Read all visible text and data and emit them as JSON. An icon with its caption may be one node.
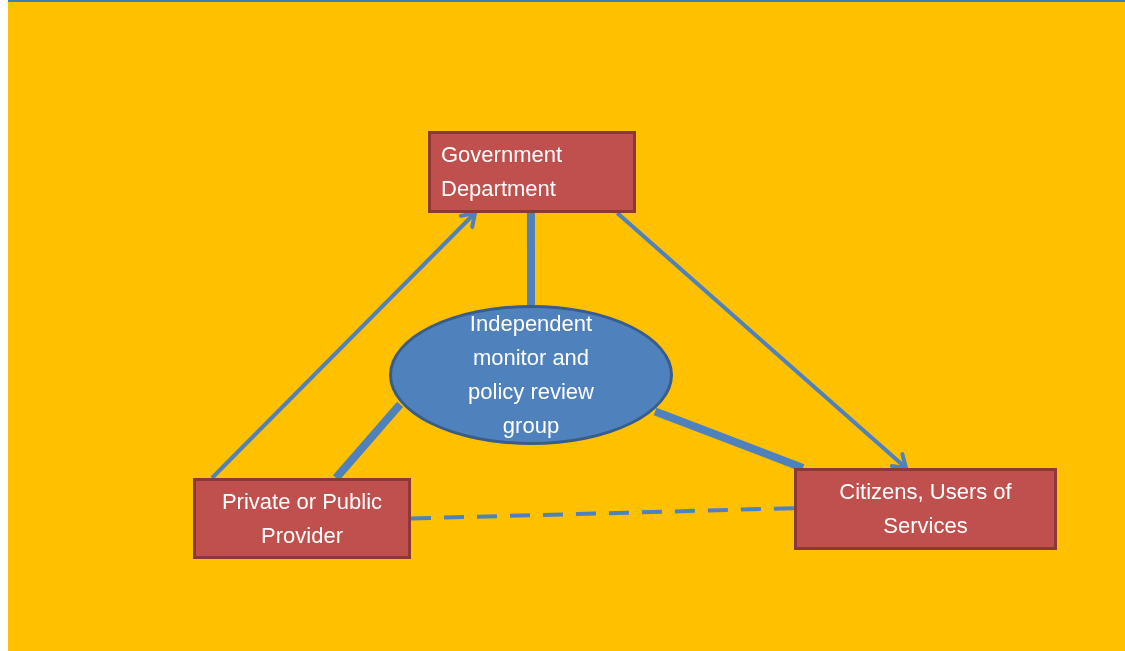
{
  "diagram": {
    "nodes": [
      {
        "text": [
          "Government Department"
        ]
      },
      {
        "text": [
          "Independent monitor and policy review group"
        ]
      },
      {
        "text": [
          "Private or Public Provider"
        ]
      },
      {
        "text": [
          "Citizens, Users of Services"
        ]
      }
    ],
    "edges": [
      {
        "from": 2,
        "to": 0,
        "arrow": "to"
      },
      {
        "from": 0,
        "to": 3,
        "arrow": "to"
      },
      {
        "from": 0,
        "to": 1,
        "arrow": "none",
        "style": "thick"
      },
      {
        "from": 1,
        "to": 2,
        "arrow": "none",
        "style": "thick"
      },
      {
        "from": 1,
        "to": 3,
        "arrow": "none",
        "style": "thick"
      },
      {
        "from": 2,
        "to": 3,
        "arrow": "none",
        "style": "dashed"
      }
    ]
  }
}
